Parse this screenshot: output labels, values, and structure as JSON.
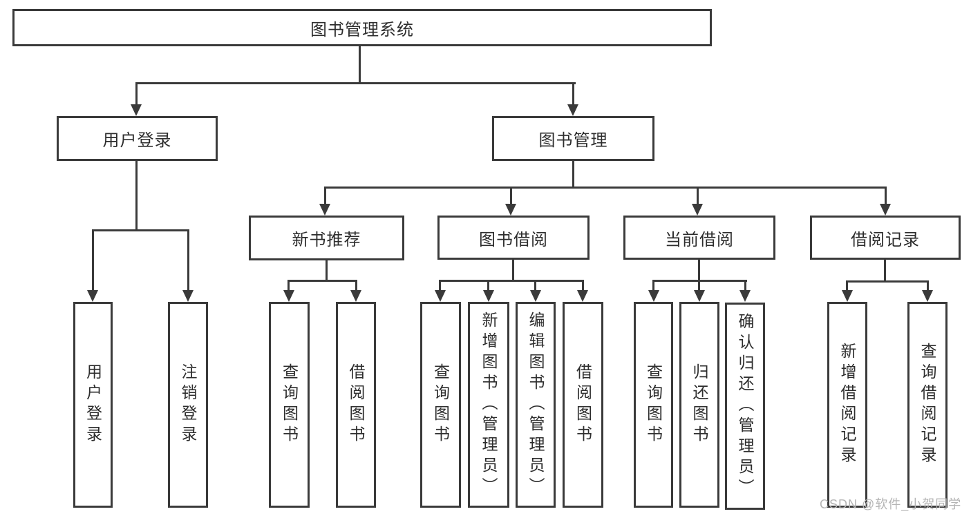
{
  "colors": {
    "line": "#3a3a3a",
    "box_fill": "#ffffff",
    "text": "#2d2d2d",
    "watermark": "#b4b4b4"
  },
  "tree": {
    "root": {
      "label": "图书管理系统"
    },
    "branches": [
      {
        "label": "用户登录",
        "children": [
          {
            "label": "用户登录"
          },
          {
            "label": "注销登录"
          }
        ]
      },
      {
        "label": "图书管理",
        "children": [
          {
            "label": "新书推荐",
            "children": [
              {
                "label": "查询图书"
              },
              {
                "label": "借阅图书"
              }
            ]
          },
          {
            "label": "图书借阅",
            "children": [
              {
                "label": "查询图书"
              },
              {
                "label": "新增图书（管理员）"
              },
              {
                "label": "编辑图书（管理员）"
              },
              {
                "label": "借阅图书"
              }
            ]
          },
          {
            "label": "当前借阅",
            "children": [
              {
                "label": "查询图书"
              },
              {
                "label": "归还图书"
              },
              {
                "label": "确认归还（管理员）"
              }
            ]
          },
          {
            "label": "借阅记录",
            "children": [
              {
                "label": "新增借阅记录"
              },
              {
                "label": "查询借阅记录"
              }
            ]
          }
        ]
      }
    ]
  },
  "watermark": {
    "text": "CSDN @软件_小贺同学"
  }
}
